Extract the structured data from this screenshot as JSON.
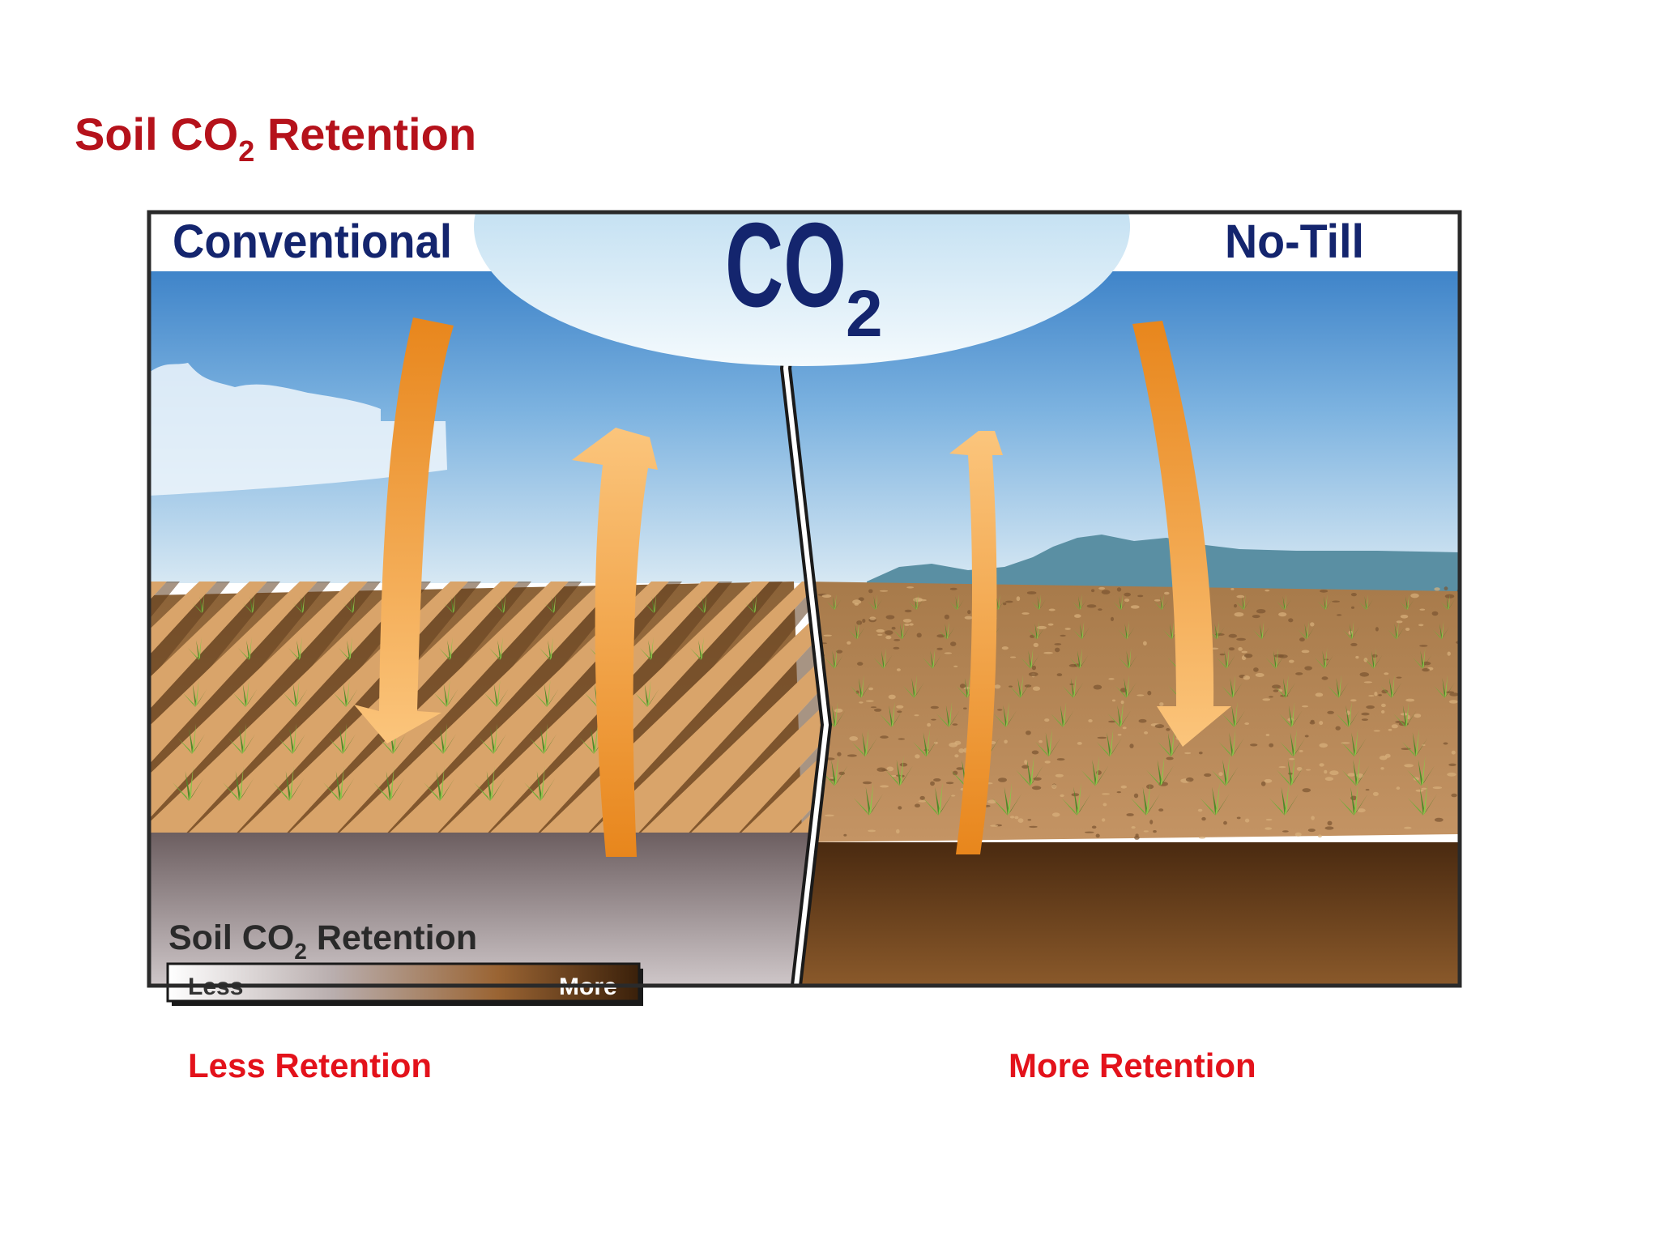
{
  "title": {
    "prefix": "Soil CO",
    "subscript": "2",
    "suffix": " Retention"
  },
  "panel": {
    "left_label": "Conventional",
    "right_label": "No-Till",
    "co2": {
      "main": "CO",
      "sub": "2"
    },
    "legend": {
      "title": {
        "prefix": "Soil CO",
        "subscript": "2",
        "suffix": " Retention"
      },
      "less": "Less",
      "more": "More"
    }
  },
  "captions": {
    "left": "Less Retention",
    "right": "More Retention"
  },
  "colors": {
    "title": "#b5121b",
    "caption": "#e3121b",
    "label": "#14256e",
    "arrow": "#ee9a2e",
    "sky": "#4a8fd0",
    "soil_conventional": "#8f8486",
    "soil_notill": "#6a3f1a"
  },
  "arrows": [
    {
      "side": "conventional",
      "direction": "down"
    },
    {
      "side": "conventional",
      "direction": "up"
    },
    {
      "side": "no-till",
      "direction": "up"
    },
    {
      "side": "no-till",
      "direction": "down"
    }
  ]
}
